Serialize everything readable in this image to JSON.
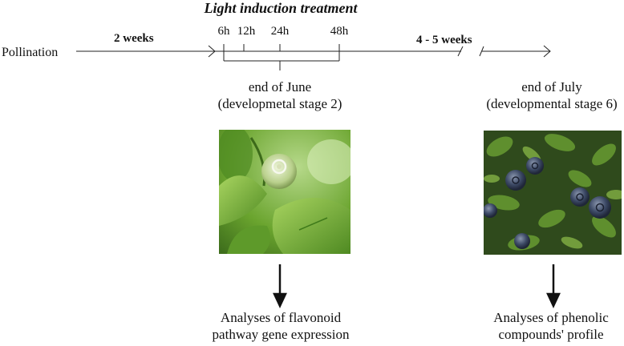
{
  "title": "Light induction treatment",
  "timeline": {
    "start_label": "Pollination",
    "interval_1": "2 weeks",
    "interval_2": "4 - 5 weeks",
    "timepoints": [
      "6h",
      "12h",
      "24h",
      "48h"
    ]
  },
  "stage_left": {
    "line1": "end of June",
    "line2": "(developmetal stage 2)",
    "analysis_line1": "Analyses of flavonoid",
    "analysis_line2": "pathway gene expression"
  },
  "stage_right": {
    "line1": "end of July",
    "line2": "(developmental stage 6)",
    "analysis_line1": "Analyses of phenolic",
    "analysis_line2": "compounds' profile"
  },
  "colors": {
    "line": "#222222",
    "leaf_green": "#6aa42e",
    "dark_foliage": "#2f4a1c",
    "berry": "#3d4a66"
  }
}
